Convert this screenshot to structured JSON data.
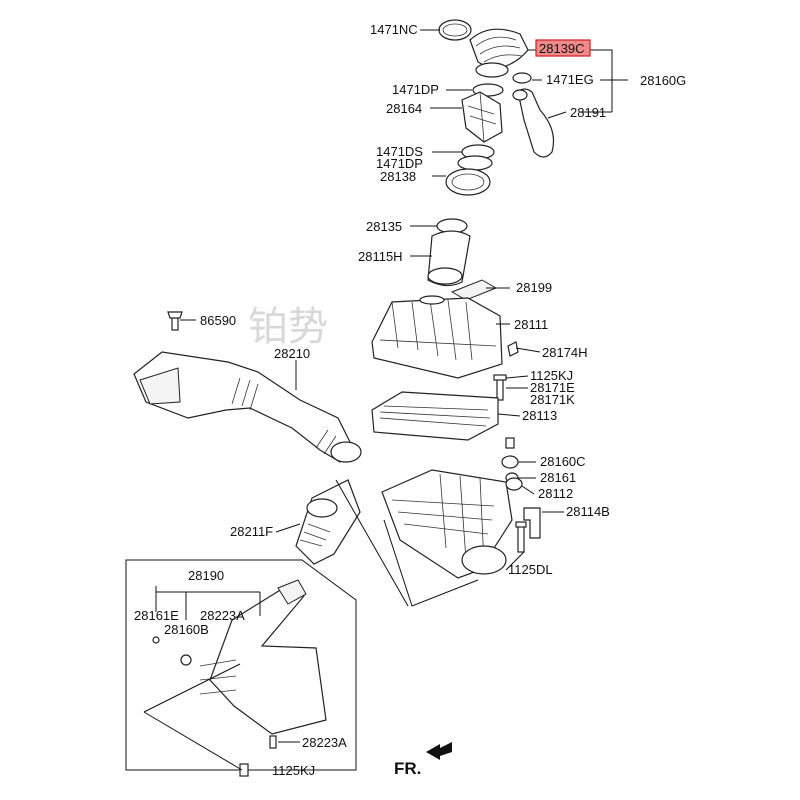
{
  "watermark": "铂势",
  "direction_label": "FR.",
  "highlighted_part": "28139C",
  "labels": {
    "p1471NC": "1471NC",
    "p28139C": "28139C",
    "p1471EG": "1471EG",
    "p28160G": "28160G",
    "p1471DP_a": "1471DP",
    "p28164": "28164",
    "p28191": "28191",
    "p1471DS": "1471DS",
    "p1471DP_b": "1471DP",
    "p28138": "28138",
    "p28135": "28135",
    "p28115H": "28115H",
    "p28199": "28199",
    "p86590": "86590",
    "p28210": "28210",
    "p28111": "28111",
    "p28174H": "28174H",
    "p1125KJ_a": "1125KJ",
    "p28171E": "28171E",
    "p28171K": "28171K",
    "p28113": "28113",
    "p28160C": "28160C",
    "p28161": "28161",
    "p28112": "28112",
    "p28114B": "28114B",
    "p28211F": "28211F",
    "p1125DL": "1125DL",
    "p28190": "28190",
    "p28161E": "28161E",
    "p28223A_a": "28223A",
    "p28160B": "28160B",
    "p28223A_b": "28223A",
    "p1125KJ_b": "1125KJ"
  }
}
